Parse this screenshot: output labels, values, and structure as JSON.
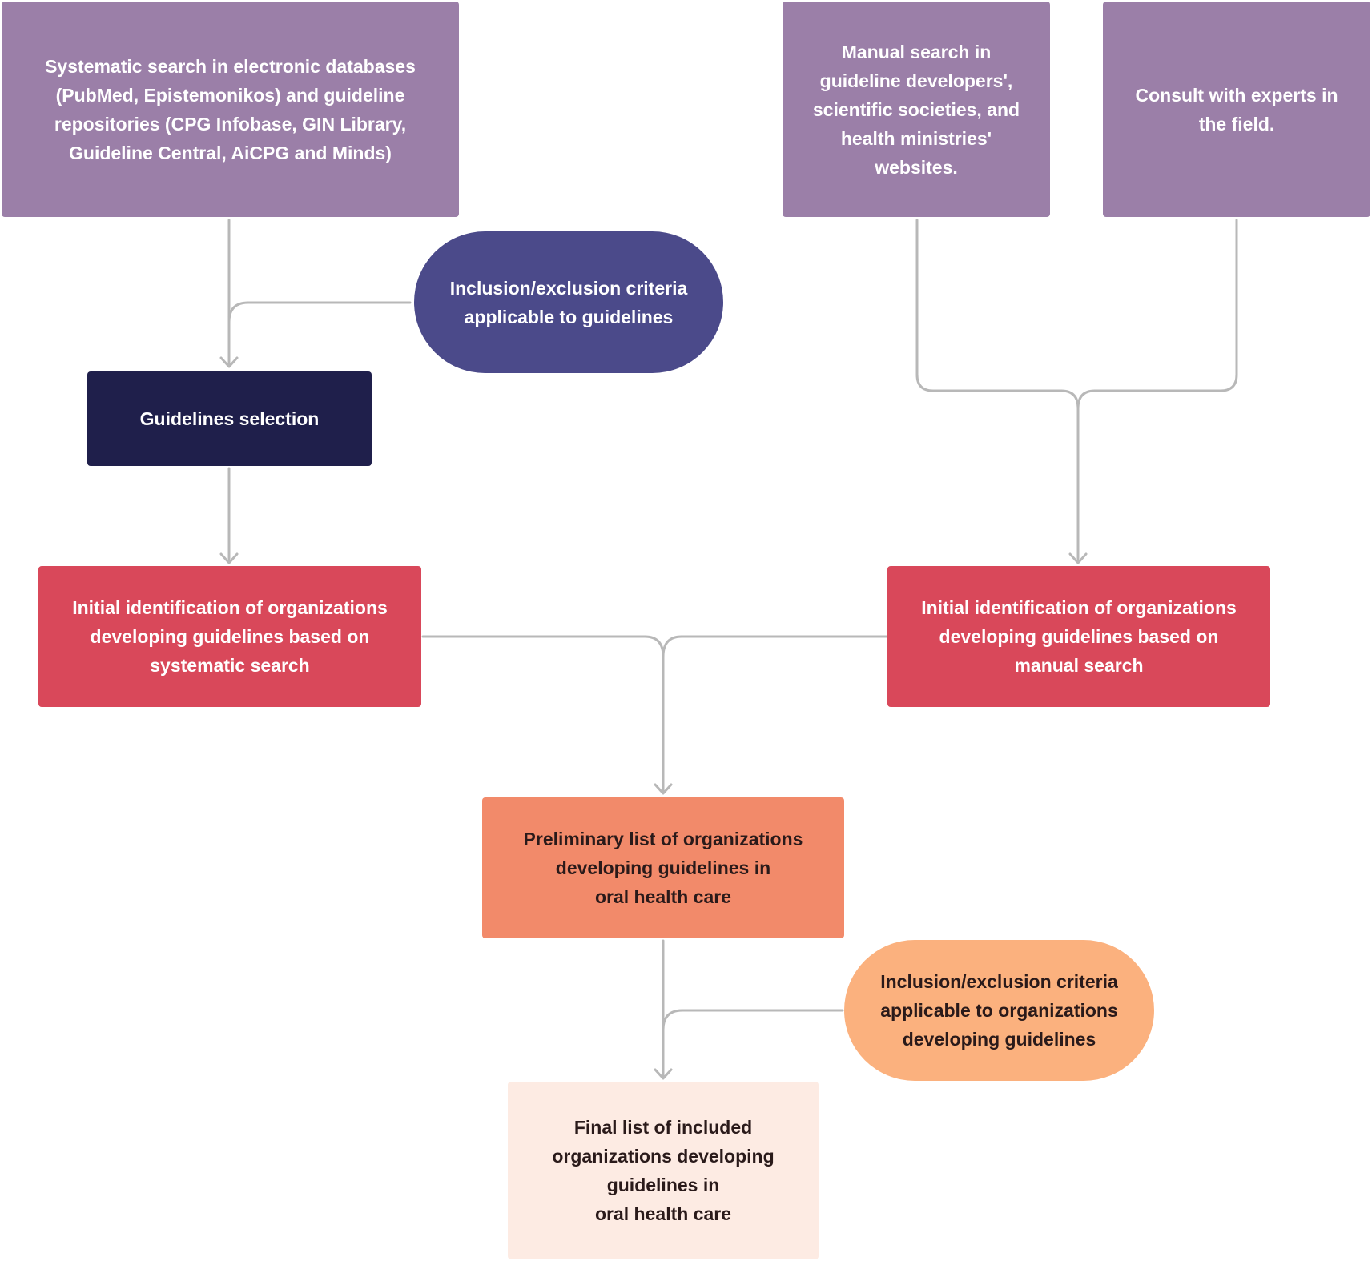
{
  "nodes": {
    "systematic_search": "Systematic search in electronic databases\n(PubMed, Epistemonikos) and guideline\nrepositories (CPG Infobase, GIN Library,\nGuideline Central, AiCPG and Minds)",
    "manual_search": "Manual search in\nguideline developers',\nscientific societies, and\nhealth ministries'\nwebsites.",
    "consult_experts": "Consult with experts in\nthe field.",
    "criteria_guidelines": "Inclusion/exclusion criteria\napplicable to guidelines",
    "guidelines_selection": "Guidelines selection",
    "initial_systematic": "Initial identification of organizations\ndeveloping guidelines based on\nsystematic search",
    "initial_manual": "Initial identification of organizations\ndeveloping guidelines based on\nmanual search",
    "preliminary_list": "Preliminary list of organizations\ndeveloping guidelines in\noral health care",
    "criteria_organizations": "Inclusion/exclusion criteria\napplicable to organizations\ndeveloping guidelines",
    "final_list": "Final list of included\norganizations developing\nguidelines in\noral health care"
  },
  "colors": {
    "purple": "#9b7fa8",
    "indigo": "#4b4a8a",
    "navy": "#1f1f4b",
    "red": "#d9485a",
    "salmon": "#f28a6a",
    "peach": "#fbb17e",
    "cream": "#fdebe3",
    "connector": "#b8b8b8"
  }
}
